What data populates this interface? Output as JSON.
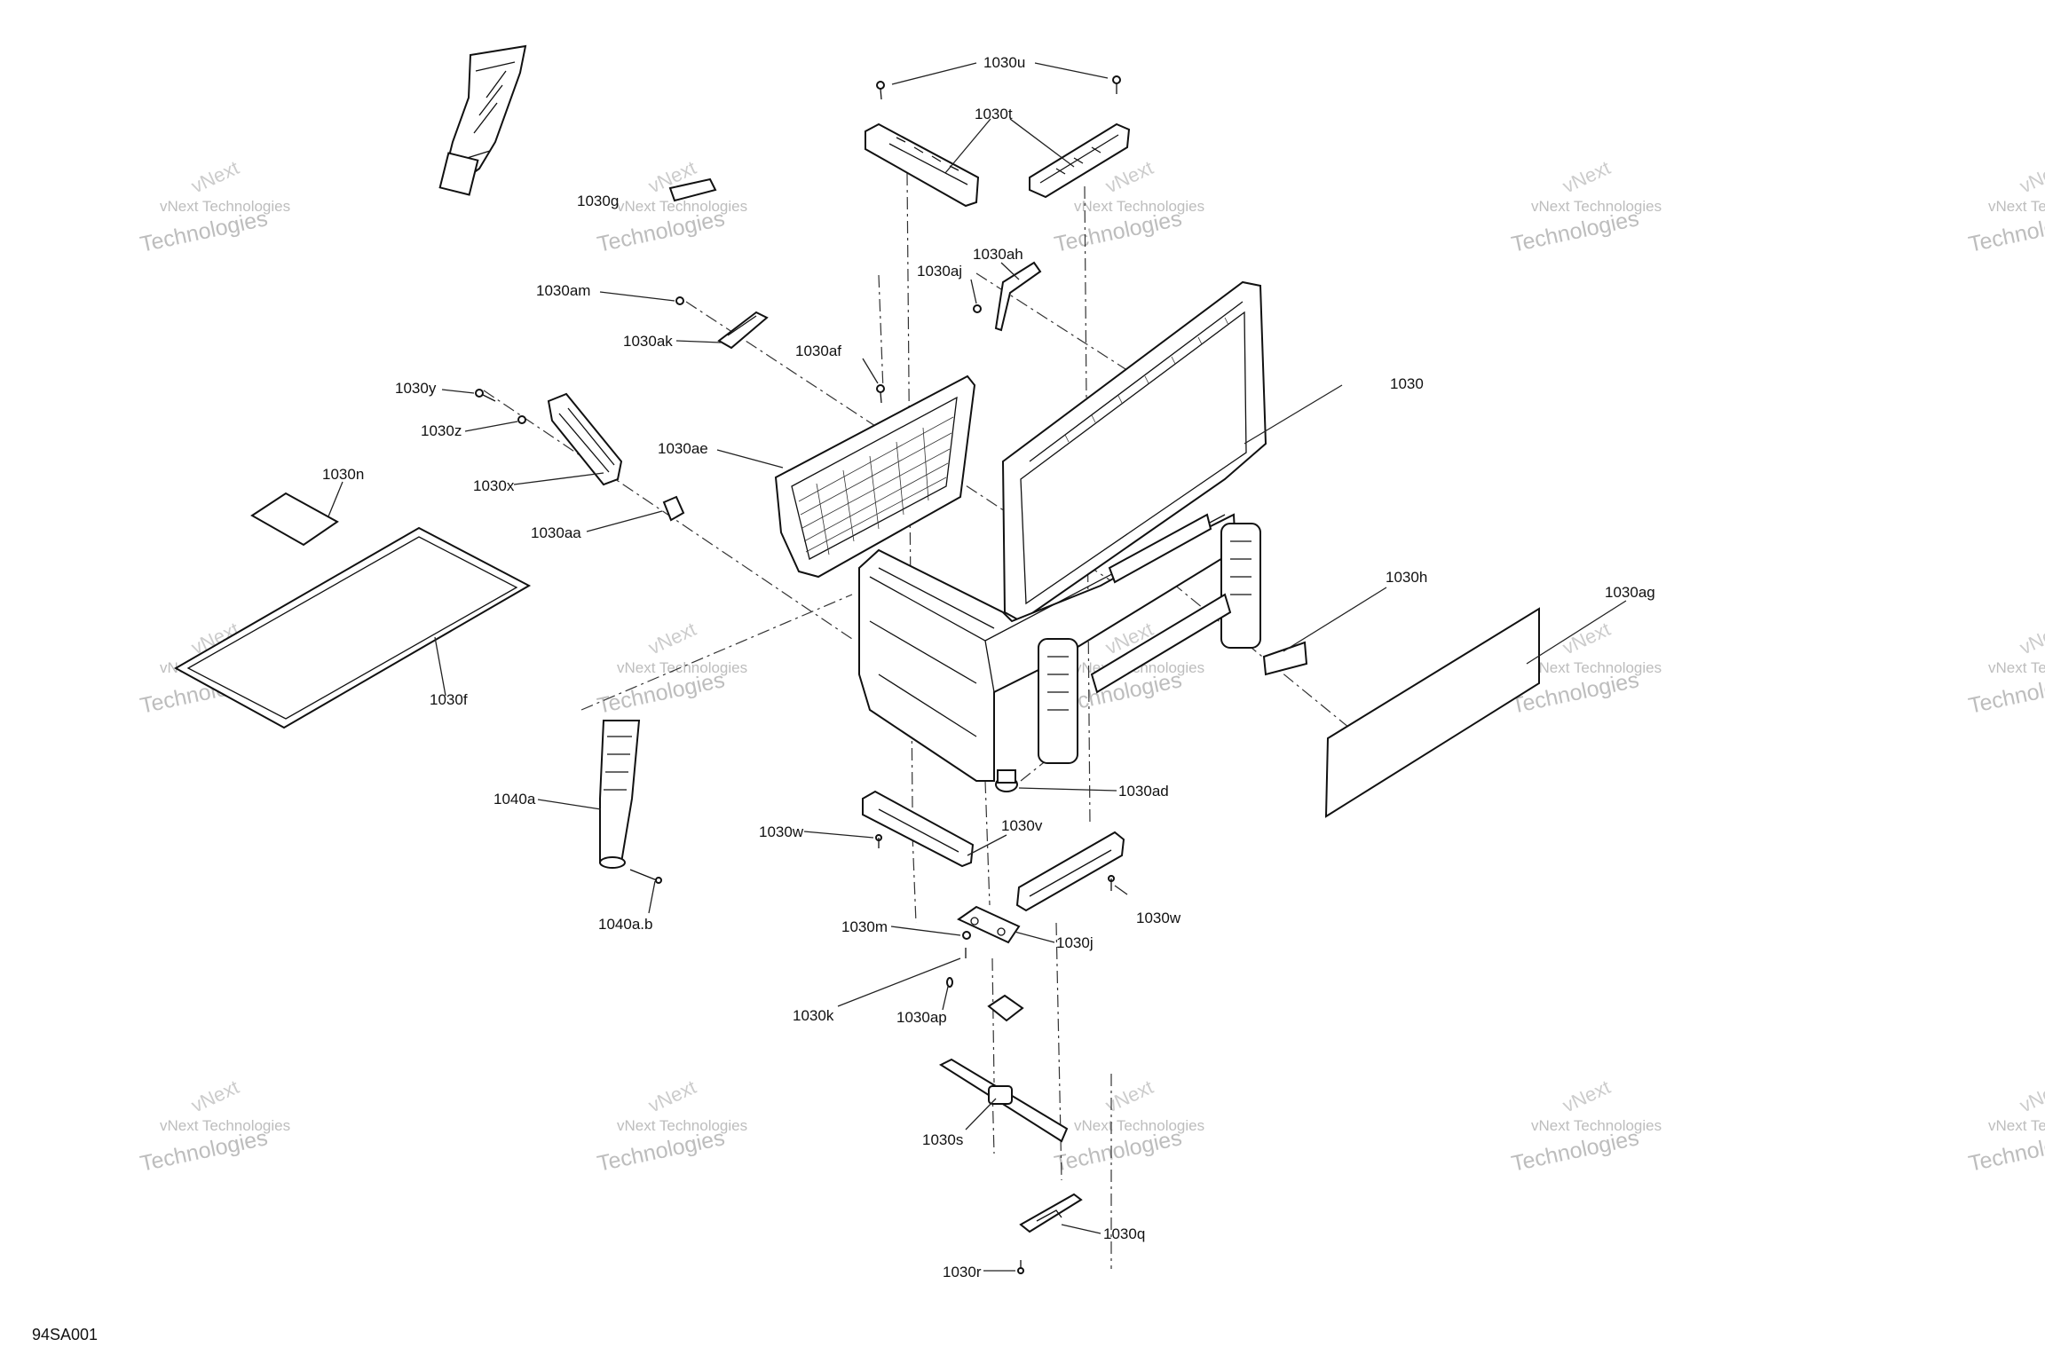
{
  "figure_id": "94SA001",
  "watermark": {
    "line1": "vNext Technologies",
    "line2": "Technologies",
    "cross": "vNext"
  },
  "callouts": [
    {
      "id": "1030u",
      "text": "1030u"
    },
    {
      "id": "1030t",
      "text": "1030t"
    },
    {
      "id": "1030g",
      "text": "1030g"
    },
    {
      "id": "1030ah",
      "text": "1030ah"
    },
    {
      "id": "1030aj",
      "text": "1030aj"
    },
    {
      "id": "1030am",
      "text": "1030am"
    },
    {
      "id": "1030ak",
      "text": "1030ak"
    },
    {
      "id": "1030af",
      "text": "1030af"
    },
    {
      "id": "1030y",
      "text": "1030y"
    },
    {
      "id": "1030",
      "text": "1030"
    },
    {
      "id": "1030z",
      "text": "1030z"
    },
    {
      "id": "1030ae",
      "text": "1030ae"
    },
    {
      "id": "1030n",
      "text": "1030n"
    },
    {
      "id": "1030x",
      "text": "1030x"
    },
    {
      "id": "1030aa",
      "text": "1030aa"
    },
    {
      "id": "1030h",
      "text": "1030h"
    },
    {
      "id": "1030ag",
      "text": "1030ag"
    },
    {
      "id": "1030f",
      "text": "1030f"
    },
    {
      "id": "1040a",
      "text": "1040a"
    },
    {
      "id": "1030ad",
      "text": "1030ad"
    },
    {
      "id": "1030w_left",
      "text": "1030w"
    },
    {
      "id": "1030v",
      "text": "1030v"
    },
    {
      "id": "1030w_right",
      "text": "1030w"
    },
    {
      "id": "1040a.b",
      "text": "1040a.b"
    },
    {
      "id": "1030m",
      "text": "1030m"
    },
    {
      "id": "1030j",
      "text": "1030j"
    },
    {
      "id": "1030k",
      "text": "1030k"
    },
    {
      "id": "1030ap",
      "text": "1030ap"
    },
    {
      "id": "1030s",
      "text": "1030s"
    },
    {
      "id": "1030q",
      "text": "1030q"
    },
    {
      "id": "1030r",
      "text": "1030r"
    }
  ]
}
